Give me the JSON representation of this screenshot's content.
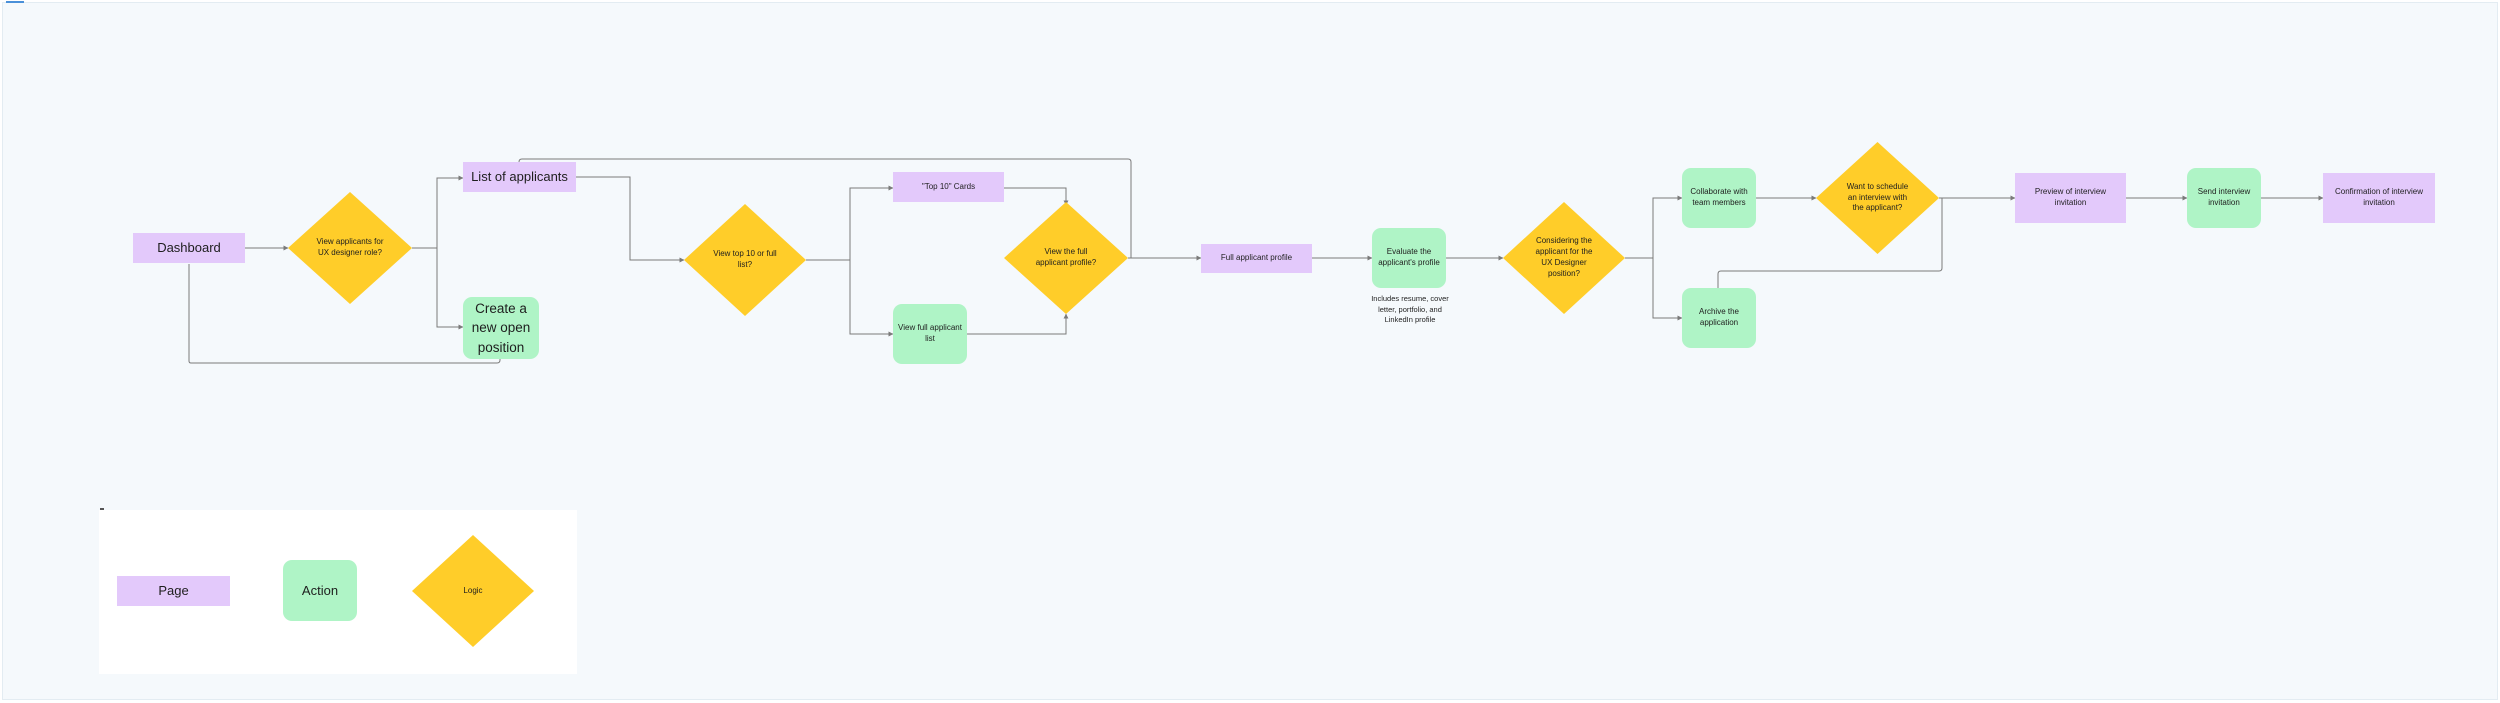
{
  "colors": {
    "page": "#e3c9fb",
    "action": "#aff4c6",
    "logic": "#ffcd29",
    "connector": "#7a7a7a",
    "canvas": "#f5f9fc"
  },
  "nodes": {
    "dashboard": "Dashboard",
    "view_applicants": "View applicants for UX designer role?",
    "list_of_applicants": "List of applicants",
    "create_position": "Create a new open position",
    "view_top10_or_full": "View top 10 or full list?",
    "top10_cards": "\"Top 10\" Cards",
    "view_full_list": "View full applicant list",
    "view_full_profile_q": "View the full applicant profile?",
    "full_profile": "Full applicant profile",
    "evaluate_profile": "Evaluate the applicant's profile",
    "evaluate_note": "Includes resume, cover letter, portfolio, and LinkedIn profile",
    "considering_q": "Considering the applicant for the UX Designer position?",
    "collaborate": "Collaborate with team members",
    "archive": "Archive the application",
    "schedule_q": "Want to schedule an interview with the applicant?",
    "preview_invitation": "Preview of interview invitation",
    "send_invitation": "Send interview invitation",
    "confirmation": "Confirmation of interview invitation"
  },
  "legend": {
    "page": "Page",
    "action": "Action",
    "logic": "Logic"
  }
}
